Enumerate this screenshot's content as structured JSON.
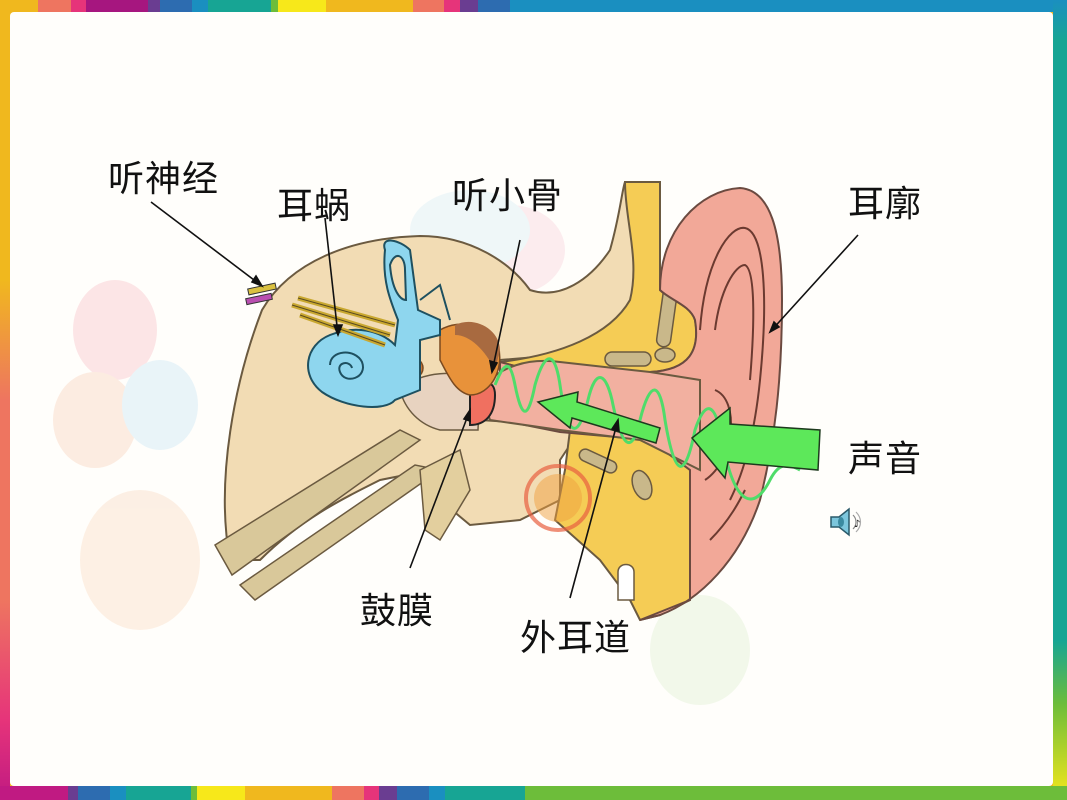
{
  "slide": {
    "background": "#fffefb",
    "border_colors_top": [
      "#f0b81e",
      "#ee7560",
      "#e6347a",
      "#a6167f",
      "#6a3d91",
      "#2d6cb0",
      "#1a8fc0",
      "#17a594",
      "#6dbd3a",
      "#f7e81a",
      "#f0b81e",
      "#ee7560",
      "#e6347a",
      "#6a3d91",
      "#2d6cb0",
      "#1a8fc0"
    ],
    "border_colors_bottom": [
      "#c01a82",
      "#6a3d91",
      "#2d6cb0",
      "#1a8fc0",
      "#17a594",
      "#6dbd3a",
      "#f7e81a",
      "#f0b81e",
      "#ee7560",
      "#e6347a",
      "#6a3d91",
      "#2d6cb0",
      "#1a8fc0",
      "#17a594",
      "#6dbd3a"
    ]
  },
  "labels": {
    "auditory_nerve": "听神经",
    "cochlea": "耳蜗",
    "ossicles": "听小骨",
    "auricle": "耳廓",
    "sound": "声音",
    "eardrum": "鼓膜",
    "ear_canal": "外耳道"
  },
  "colors": {
    "bone": "#f2dcb4",
    "cartilage": "#f5cc55",
    "auricle": "#f2a898",
    "cochlea": "#8ed6ee",
    "ossicles": "#e8923a",
    "arrow": "#5de85a",
    "wave": "#4fdc6a",
    "nerve_yellow": "#d9c040",
    "nerve_purple": "#b94fb0"
  },
  "icons": {
    "speaker": "speaker-sound-icon"
  }
}
